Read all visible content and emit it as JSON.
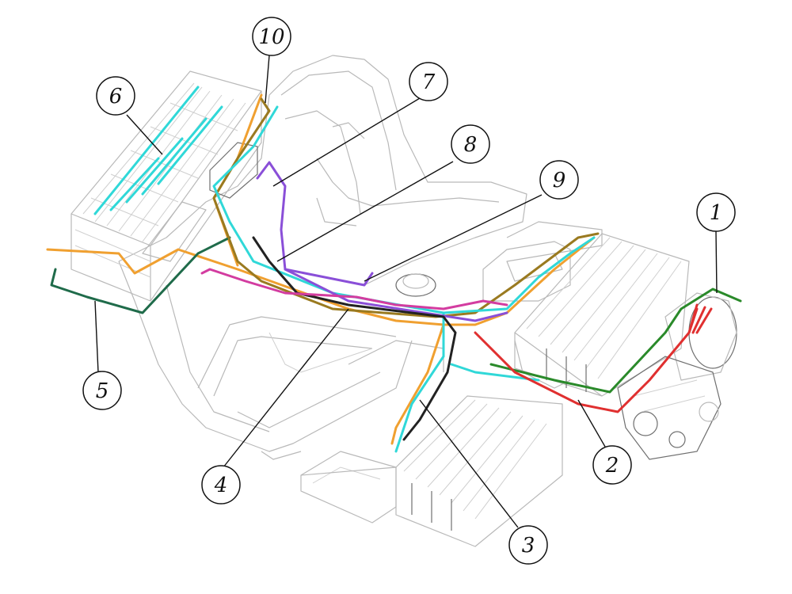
{
  "callouts": [
    {
      "id": "1",
      "label": "1"
    },
    {
      "id": "2",
      "label": "2"
    },
    {
      "id": "3",
      "label": "3"
    },
    {
      "id": "4",
      "label": "4"
    },
    {
      "id": "5",
      "label": "5"
    },
    {
      "id": "6",
      "label": "6"
    },
    {
      "id": "7",
      "label": "7"
    },
    {
      "id": "8",
      "label": "8"
    },
    {
      "id": "9",
      "label": "9"
    },
    {
      "id": "10",
      "label": "10"
    }
  ],
  "wire_colors": {
    "orange": "#f0a030",
    "cyan": "#30d8d8",
    "green": "#2a8a2a",
    "dark_green": "#1f6b4a",
    "red": "#e03030",
    "purple": "#8a4fd8",
    "magenta": "#d33ca0",
    "black": "#222222",
    "olive": "#9a7a20"
  }
}
